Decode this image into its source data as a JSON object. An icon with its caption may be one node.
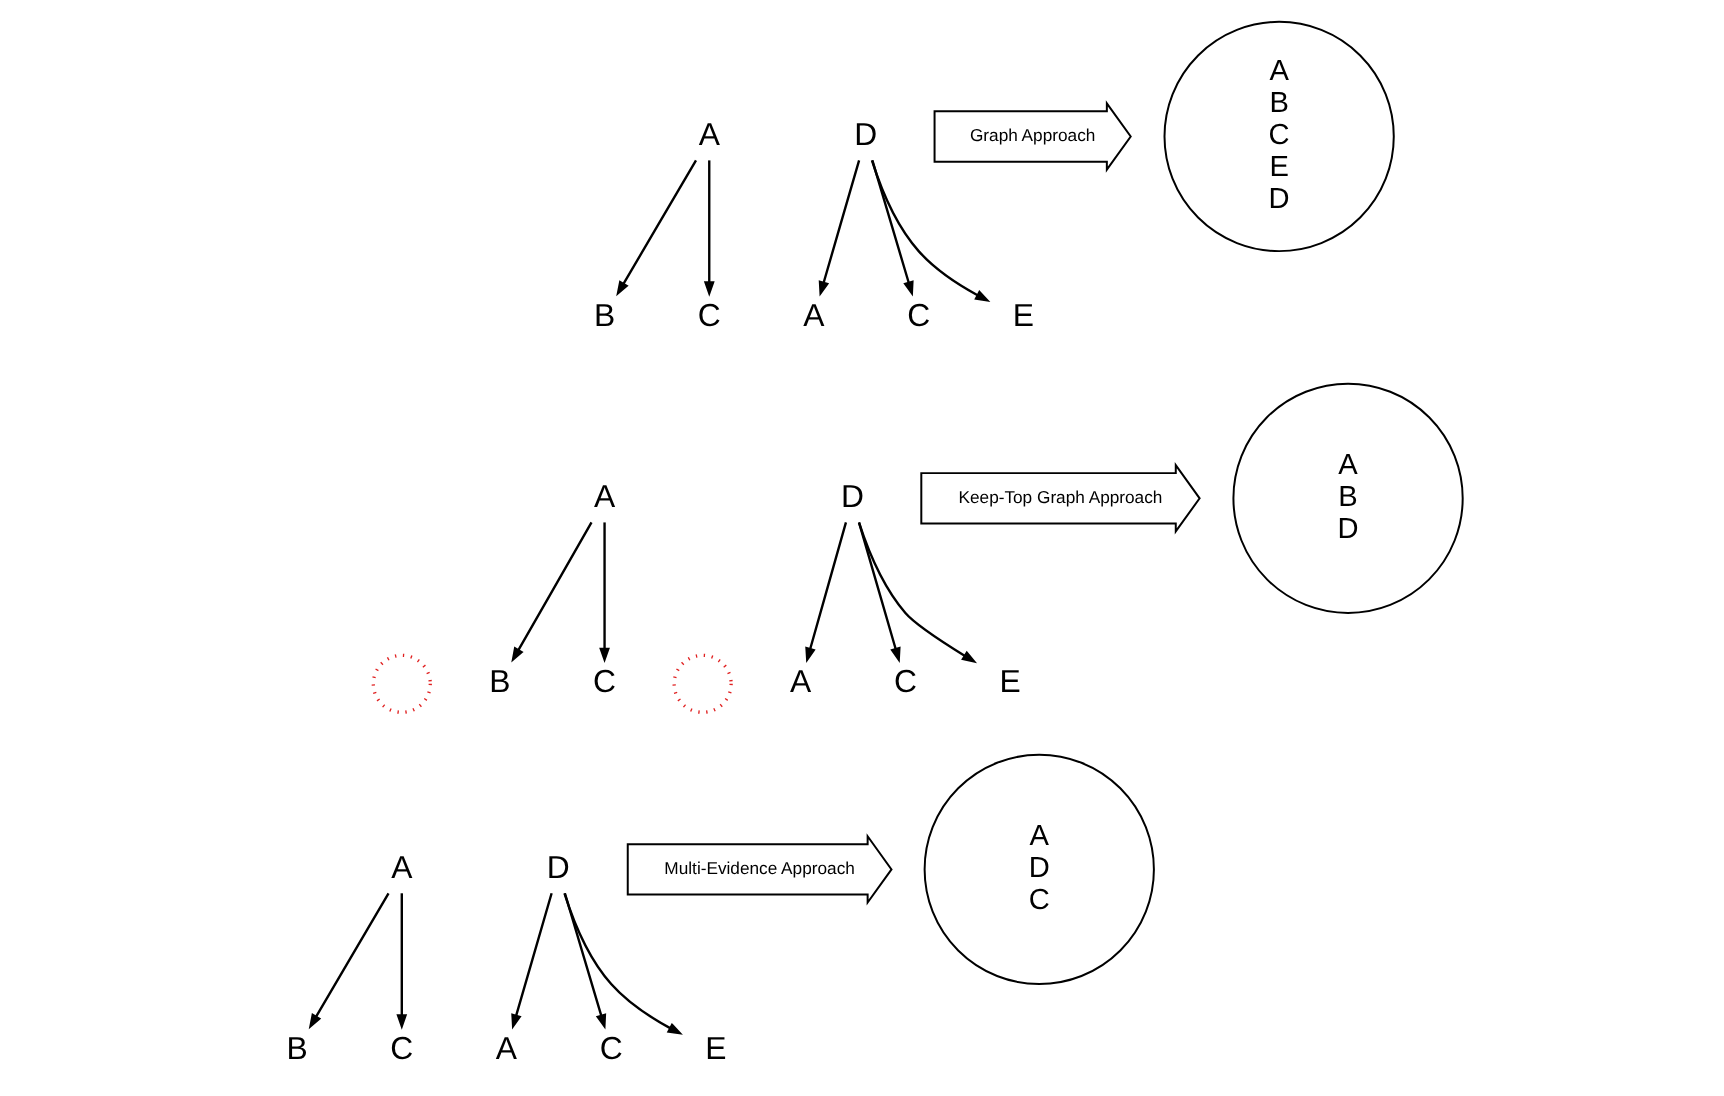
{
  "diagram": {
    "nodes": [
      {
        "text": [
          "A"
        ]
      },
      {
        "text": [
          "B"
        ]
      },
      {
        "text": [
          "C"
        ]
      },
      {
        "text": [
          "D"
        ]
      },
      {
        "text": [
          "A"
        ]
      },
      {
        "text": [
          "C"
        ]
      },
      {
        "text": [
          "E"
        ]
      },
      {
        "text": [
          "Graph Approach"
        ]
      },
      {
        "text": [
          "A",
          "B",
          "C",
          "E",
          "D"
        ]
      },
      {
        "text": [
          "A"
        ]
      },
      {
        "text": [
          "B"
        ]
      },
      {
        "text": [
          "C"
        ]
      },
      {
        "text": [
          "D"
        ]
      },
      {
        "text": [
          "A"
        ]
      },
      {
        "text": [
          "C"
        ]
      },
      {
        "text": [
          "E"
        ]
      },
      {
        "text": [
          "Keep-Top Graph Approach"
        ]
      },
      {
        "text": [
          "A",
          "B",
          "D"
        ]
      },
      {
        "text": [],
        "shape": "circle"
      },
      {
        "text": [],
        "shape": "circle"
      },
      {
        "text": [
          "A"
        ]
      },
      {
        "text": [
          "B"
        ]
      },
      {
        "text": [
          "C"
        ]
      },
      {
        "text": [
          "D"
        ]
      },
      {
        "text": [
          "A"
        ]
      },
      {
        "text": [
          "C"
        ]
      },
      {
        "text": [
          "E"
        ]
      },
      {
        "text": [
          "Multi-Evidence Approach"
        ]
      },
      {
        "text": [
          "A",
          "D",
          "C"
        ]
      }
    ],
    "edges": [
      {
        "from": 0,
        "to": 1,
        "arrow": "to"
      },
      {
        "from": 0,
        "to": 2,
        "arrow": "to"
      },
      {
        "from": 3,
        "to": 4,
        "arrow": "to"
      },
      {
        "from": 3,
        "to": 5,
        "arrow": "to"
      },
      {
        "from": 3,
        "to": 6,
        "arrow": "to"
      },
      {
        "from": 9,
        "to": 10,
        "arrow": "to"
      },
      {
        "from": 9,
        "to": 11,
        "arrow": "to"
      },
      {
        "from": 12,
        "to": 13,
        "arrow": "to"
      },
      {
        "from": 12,
        "to": 14,
        "arrow": "to"
      },
      {
        "from": 12,
        "to": 15,
        "arrow": "to"
      },
      {
        "from": 20,
        "to": 21,
        "arrow": "to"
      },
      {
        "from": 20,
        "to": 22,
        "arrow": "to"
      },
      {
        "from": 23,
        "to": 24,
        "arrow": "to"
      },
      {
        "from": 23,
        "to": 25,
        "arrow": "to"
      },
      {
        "from": 23,
        "to": 26,
        "arrow": "to"
      }
    ]
  }
}
